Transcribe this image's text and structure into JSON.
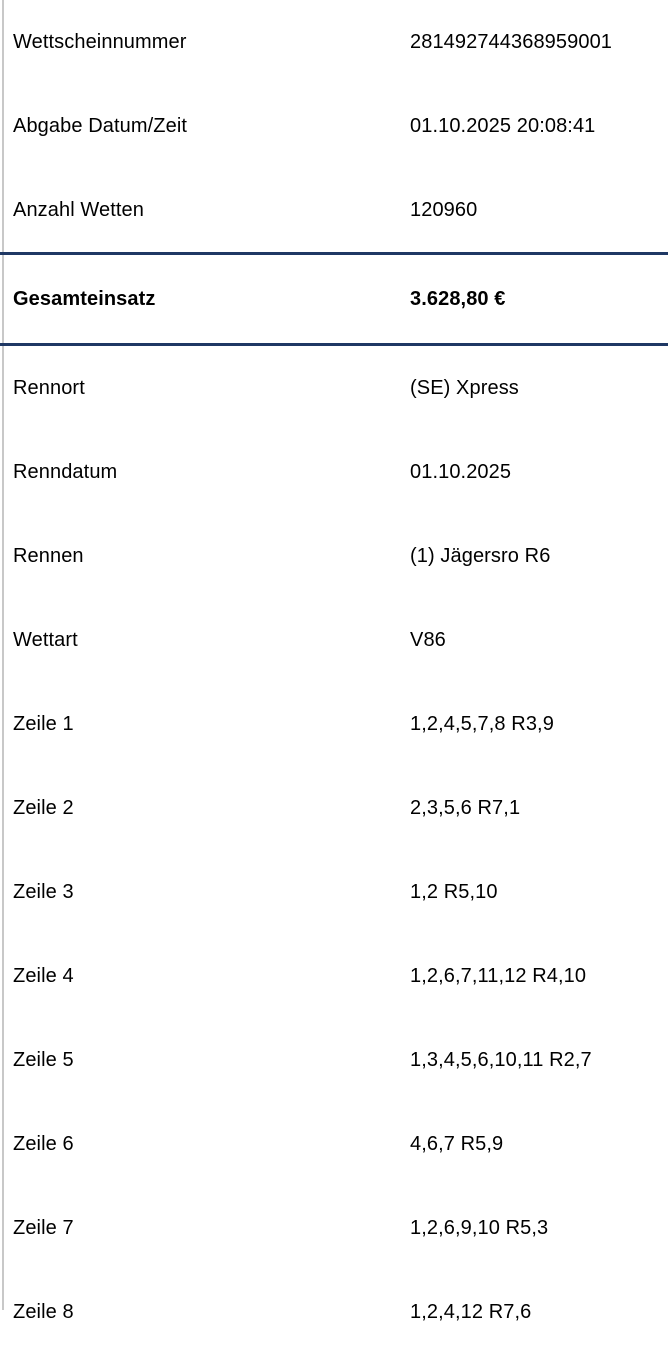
{
  "document": {
    "type": "betting-slip-detail",
    "accent_color": "#1f3864",
    "rule_color": "#c8c8c8",
    "text_color": "#000000",
    "background_color": "#ffffff"
  },
  "summary_rows": [
    {
      "label": "Wettscheinnummer",
      "value": "281492744368959001"
    },
    {
      "label": "Abgabe Datum/Zeit",
      "value": "01.10.2025 20:08:41"
    },
    {
      "label": "Anzahl Wetten",
      "value": "120960"
    }
  ],
  "total_row": {
    "label": "Gesamteinsatz",
    "value": "3.628,80 €"
  },
  "race_rows": [
    {
      "label": "Rennort",
      "value": "(SE) Xpress"
    },
    {
      "label": "Renndatum",
      "value": "01.10.2025"
    },
    {
      "label": "Rennen",
      "value": "(1) Jägersro R6"
    },
    {
      "label": "Wettart",
      "value": "V86"
    },
    {
      "label": "Zeile 1",
      "value": "1,2,4,5,7,8 R3,9"
    },
    {
      "label": "Zeile 2",
      "value": "2,3,5,6 R7,1"
    },
    {
      "label": "Zeile 3",
      "value": "1,2 R5,10"
    },
    {
      "label": "Zeile 4",
      "value": "1,2,6,7,11,12 R4,10"
    },
    {
      "label": "Zeile 5",
      "value": "1,3,4,5,6,10,11 R2,7"
    },
    {
      "label": "Zeile 6",
      "value": "4,6,7 R5,9"
    },
    {
      "label": "Zeile 7",
      "value": "1,2,6,9,10 R5,3"
    },
    {
      "label": "Zeile 8",
      "value": "1,2,4,12 R7,6"
    }
  ]
}
